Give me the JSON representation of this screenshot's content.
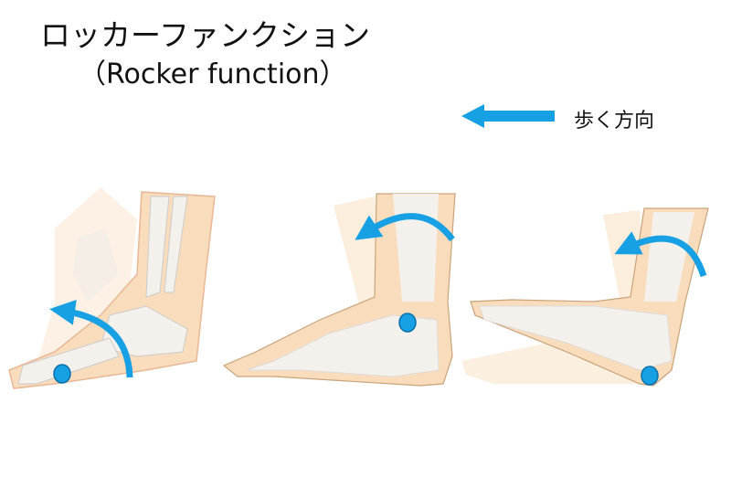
{
  "title": "ロッカーファンクション",
  "subtitle": "（Rocker function）",
  "direction_label": "歩く方向",
  "colors": {
    "accent": "#17a0e3",
    "skin": "#f8dcbc",
    "skin_light": "#fbeedd",
    "bone": "#f4f1ec",
    "outline": "#c9a37a"
  },
  "panels": [
    {
      "name": "forefoot-rocker"
    },
    {
      "name": "ankle-rocker"
    },
    {
      "name": "heel-rocker"
    }
  ]
}
